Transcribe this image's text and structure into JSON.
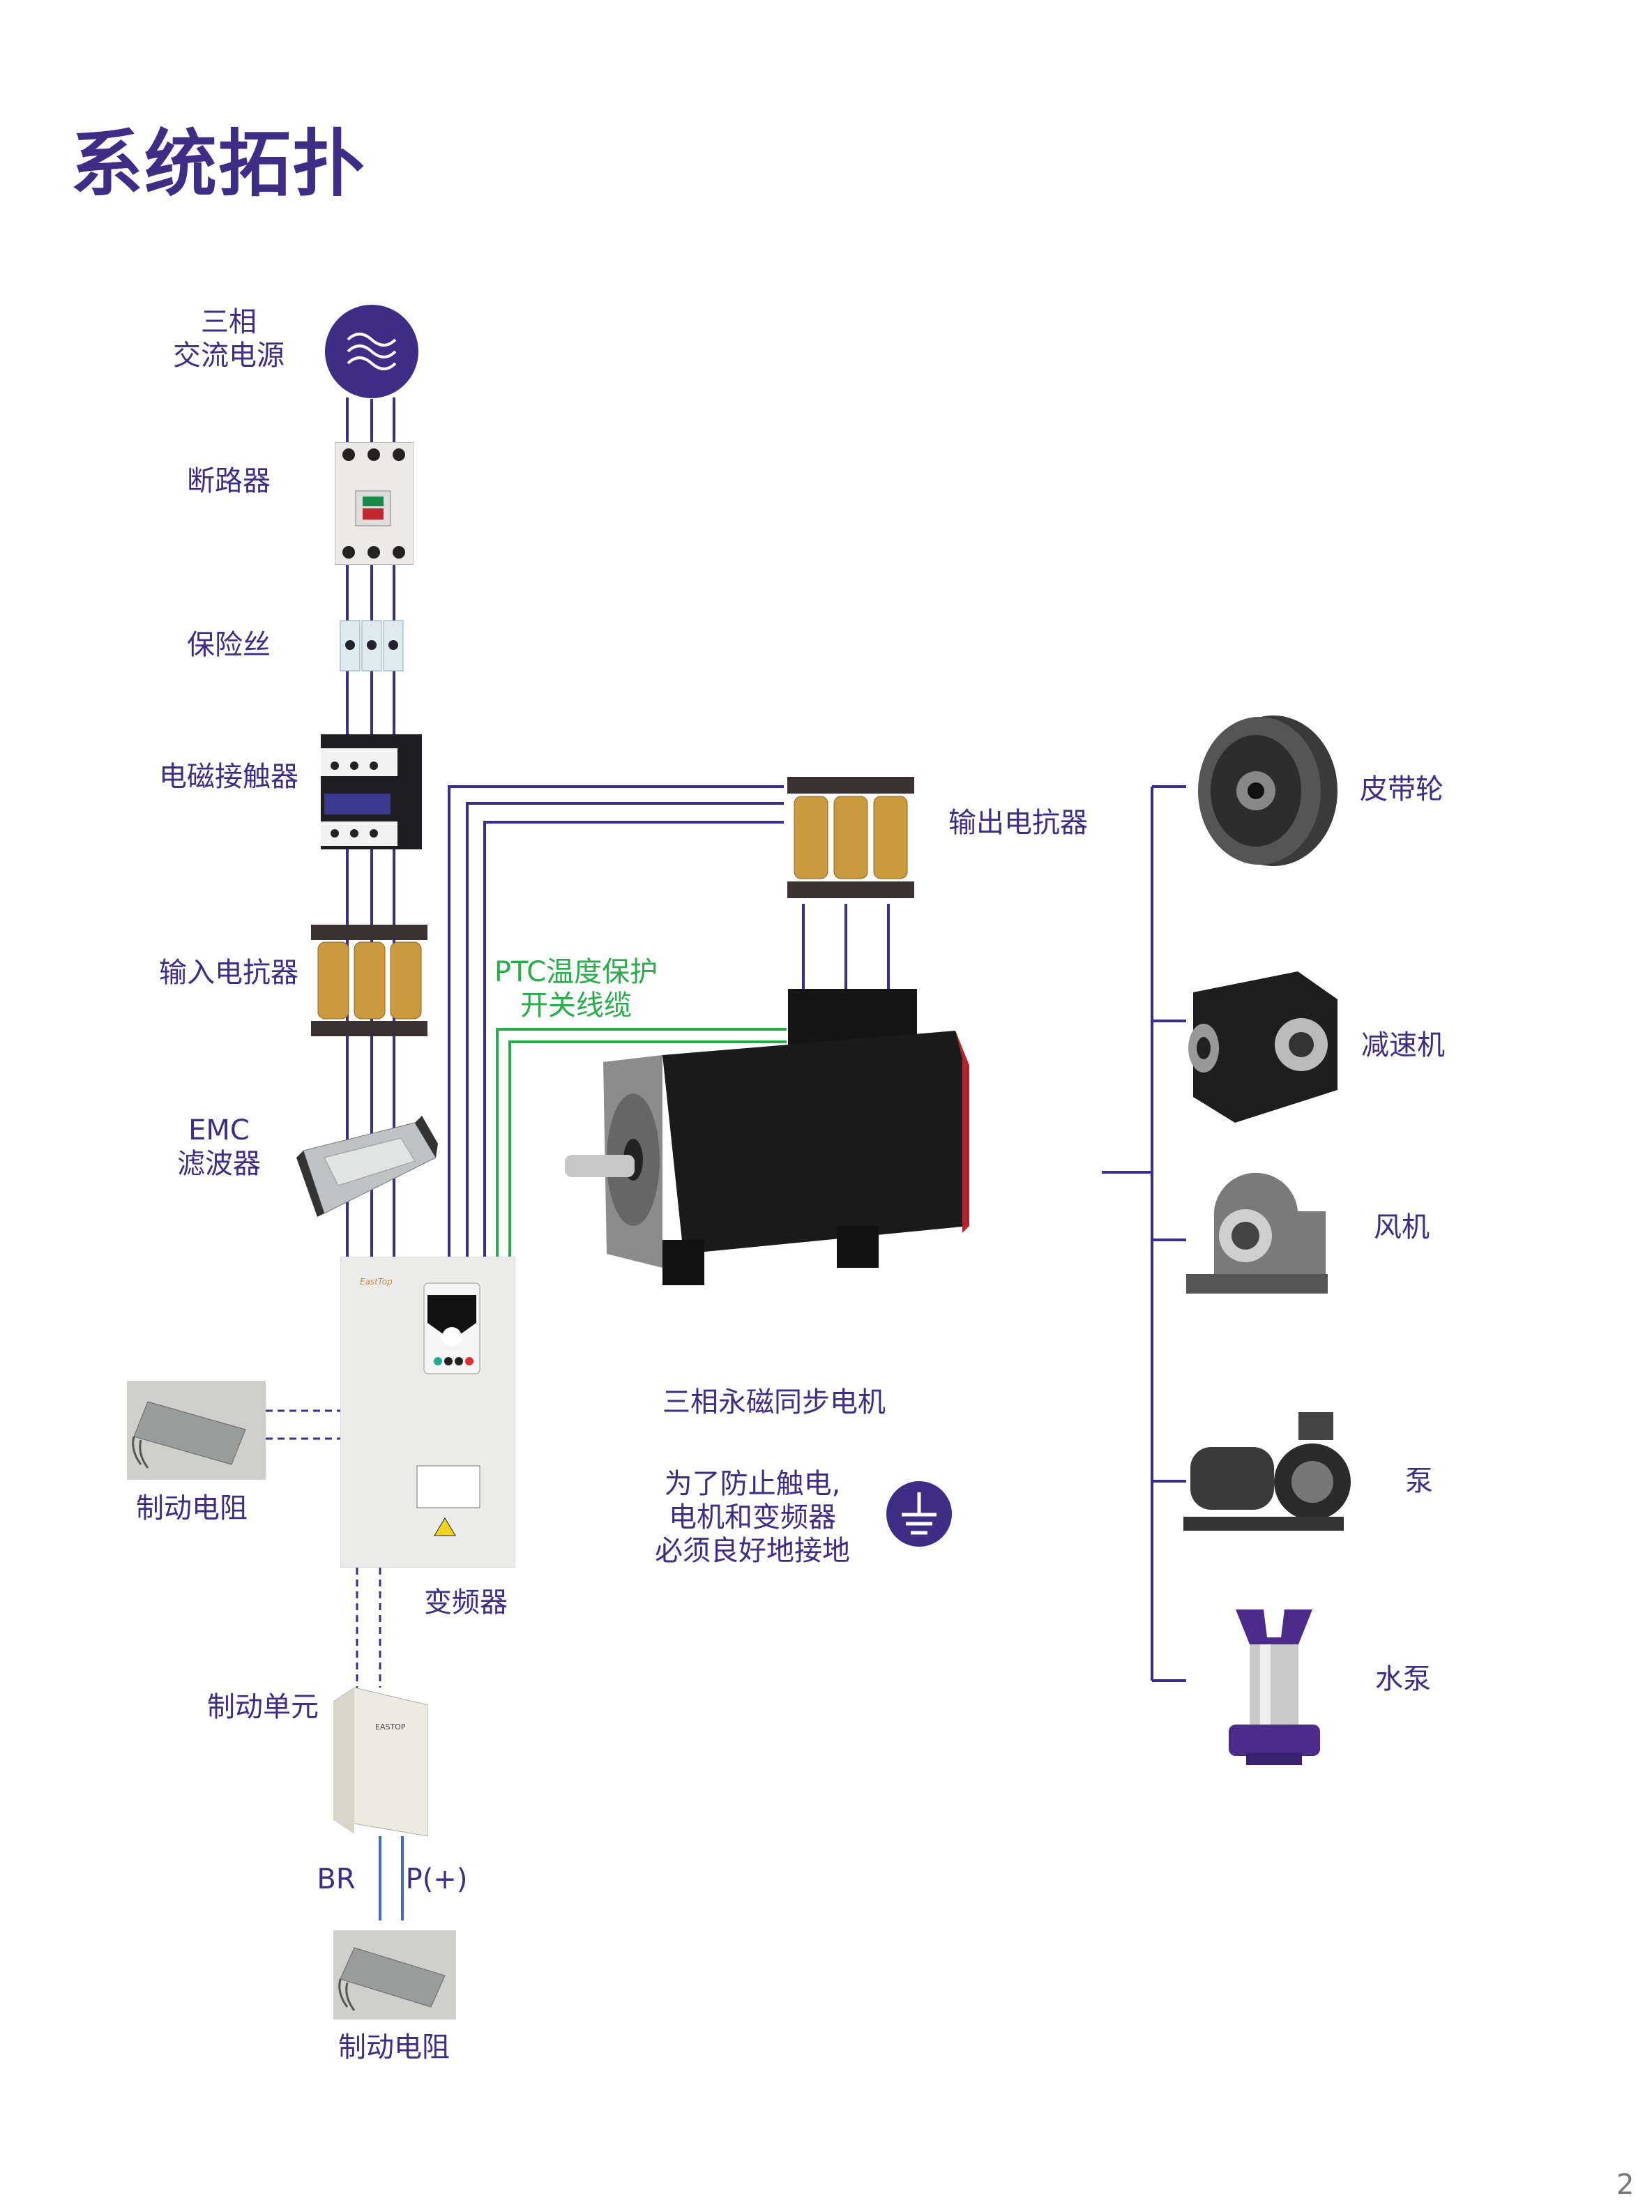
{
  "title": "系统拓扑",
  "page_number": "2",
  "colors": {
    "primary": "#3d2d84",
    "ptc_cable": "#27ae4a"
  },
  "components": {
    "power_source": {
      "line1": "三相",
      "line2": "交流电源",
      "icon": "ac-wave-icon"
    },
    "breaker": {
      "label": "断路器"
    },
    "fuse": {
      "label": "保险丝"
    },
    "contactor": {
      "label": "电磁接触器"
    },
    "input_reactor": {
      "label": "输入电抗器"
    },
    "emc_filter": {
      "line1": "EMC",
      "line2": "滤波器"
    },
    "output_reactor": {
      "label": "输出电抗器"
    },
    "ptc_cable": {
      "line1": "PTC温度保护",
      "line2": "开关线缆"
    },
    "motor": {
      "label": "三相永磁同步电机"
    },
    "inverter": {
      "label": "变频器"
    },
    "brake_resistor_left": {
      "label": "制动电阻"
    },
    "brake_unit": {
      "label": "制动单元",
      "br": "BR",
      "p": "P(+)"
    },
    "brake_resistor_bottom": {
      "label": "制动电阻"
    },
    "grounding_note": {
      "line1": "为了防止触电,",
      "line2": "电机和变频器",
      "line3": "必须良好地接地",
      "icon": "ground-icon"
    }
  },
  "loads": [
    {
      "label": "皮带轮"
    },
    {
      "label": "减速机"
    },
    {
      "label": "风机"
    },
    {
      "label": "泵"
    },
    {
      "label": "水泵"
    }
  ]
}
